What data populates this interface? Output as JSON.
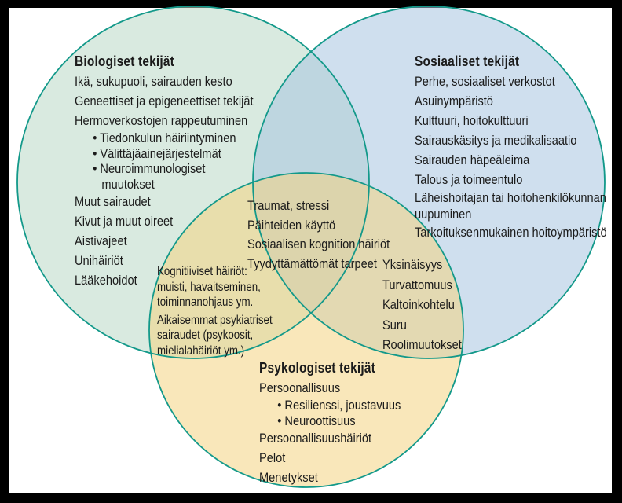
{
  "figure": {
    "type": "venn-diagram-3-circles",
    "background": "#ffffff",
    "frame_color": "#000000",
    "circle_stroke": "#13998a",
    "text_color": "#1b1b1b"
  },
  "circles": {
    "biological": {
      "title": "Biologiset tekijät",
      "fill": "#bad8c6",
      "items": [
        "Ikä, sukupuoli, sairauden kesto",
        "Geneettiset ja epigeneettiset tekijät",
        "Hermoverkostojen rappeutuminen",
        "• Tiedonkulun häiriintyminen",
        "• Välittäjäainejärjestelmät",
        "• Neuroimmunologiset",
        "muutokset",
        "Muut sairaudet",
        "Kivut ja muut oireet",
        "Aistivajeet",
        "Unihäiriöt",
        "Lääkehoidot"
      ]
    },
    "social": {
      "title": "Sosiaaliset tekijät",
      "fill": "#a8c5e0",
      "items": [
        "Perhe, sosiaaliset verkostot",
        "Asuinympäristö",
        "Kulttuuri, hoitokulttuuri",
        "Sairauskäsitys ja medikalisaatio",
        "Sairauden häpeäleima",
        "Talous ja toimeentulo",
        "Läheishoitajan tai hoitohenkilökunnan",
        "uupuminen",
        "Tarkoituksenmukainen hoitoympäristö"
      ]
    },
    "psychological": {
      "title": "Psykologiset tekijät",
      "fill": "#f4d481",
      "items": [
        "Persoonallisuus",
        "• Resilienssi, joustavuus",
        "• Neuroottisuus",
        "Persoonallisuushäiriöt",
        "Pelot",
        "Menetykset"
      ]
    }
  },
  "overlaps": {
    "bio_social_psych": {
      "items": [
        "Traumat, stressi",
        "Päihteiden käyttö",
        "Sosiaalisen kognition häiriöt",
        "Tyydyttämättömät tarpeet"
      ]
    },
    "bio_psych": {
      "items": [
        "Kognitiiviset häiriöt:",
        "muisti, havaitseminen,",
        "toiminnanohjaus ym.",
        "Aikaisemmat psykiatriset",
        "sairaudet (psykoosit,",
        "mielialahäiriöt ym.)"
      ]
    },
    "social_psych": {
      "items": [
        "Yksinäisyys",
        "Turvattomuus",
        "Kaltoinkohtelu",
        "Suru",
        "Roolimuutokset"
      ]
    }
  }
}
